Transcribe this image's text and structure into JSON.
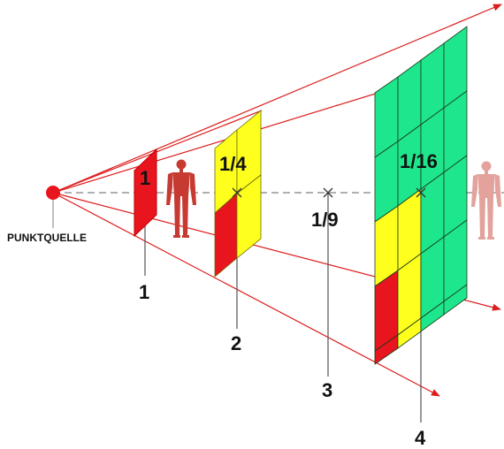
{
  "source_label": "PUNKTQUELLE",
  "distance_labels": [
    "1",
    "2",
    "3",
    "4"
  ],
  "area_labels": [
    "1",
    "1/4",
    "1/9",
    "1/16"
  ],
  "colors": {
    "ray": "#dd1c1c",
    "source": "#e8141e",
    "red_panel": "#e8141e",
    "yellow_panel": "#ffff1e",
    "green_panel": "#1ee68c",
    "axis_dash": "#808080",
    "person_dark": "#c63a32",
    "person_light": "#e3a29c"
  },
  "icons": [
    "person-figure-near-icon",
    "person-figure-far-icon"
  ]
}
